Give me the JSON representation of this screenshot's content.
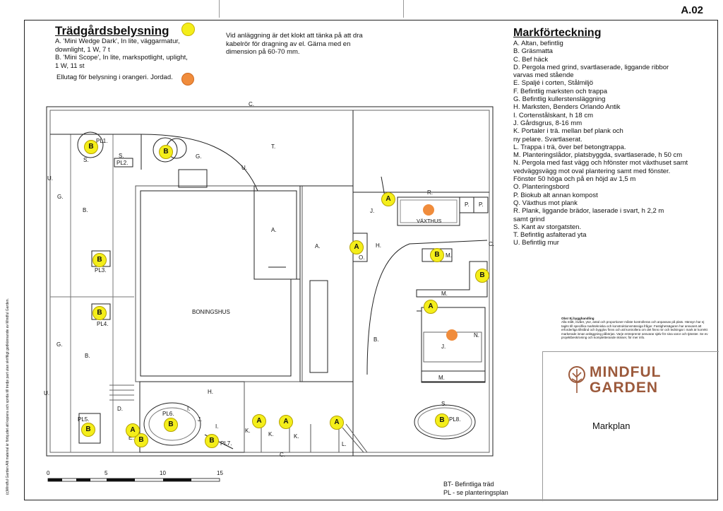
{
  "sheet_number": "A.02",
  "lighting": {
    "title": "Trädgårdsbelysning",
    "item_a": "A. 'Mini Wedge Dark', In lite, väggarmatur,\ndownlight, 1 W, 7 t",
    "item_b": "B. 'Mini Scope', In lite, markspotlight, uplight,\n1 W, 11 st",
    "outlet_note": "Ellutag för belysning i orangeri. Jordad.",
    "cable_note": "Vid anläggning är det klokt att tänka på att dra\nkabelrör för dragning av el. Gärna med en\ndimension på 60-70 mm."
  },
  "legend": {
    "title": "Markförteckning",
    "items": [
      "A. Altan, befintlig",
      "B. Gräsmatta",
      "C. Bef häck",
      "D. Pergola med grind, svartlaserade, liggande ribbor",
      "varvas med stående",
      "E. Spaljé i corten, Stålmiljö",
      "F. Befintlig marksten och trappa",
      "G. Befintlig kullerstensläggning",
      "H. Marksten, Benders Orlando Antik",
      "I. Cortenstålskant, h 18 cm",
      "J. Gårdsgrus, 8-16 mm",
      "K. Portaler i trä. mellan bef plank och",
      "ny pelare. Svartlaserat.",
      "L. Trappa i trä, över bef betongtrappa.",
      "M. Planteringslådor, platsbyggda, svartlaserade, h 50 cm",
      "N. Pergola med fast vägg och hfönster mot växthuset samt",
      "vedväggsvägg mot oval plantering samt med fönster.",
      "Fönster 50 höga och på en höjd av 1,5 m",
      "O. Planteringsbord",
      "P. Biokub alt annan kompost",
      "Q. Växthus mot plank",
      "R. Plank, liggande brädor, laserade i svart, h 2,2 m",
      "samt grind",
      "S. Kant av storgatsten.",
      "T. Befintlig asfalterad yta",
      "U. Befintlig mur"
    ]
  },
  "plan": {
    "house_label": "BONINGSHUS",
    "greenhouse_label": "VÄXTHUS",
    "plantings": [
      "PL1.",
      "PL2.",
      "PL3.",
      "PL4.",
      "PL5.",
      "PL6.",
      "PL7.",
      "PL8."
    ],
    "area_letters": [
      "C.",
      "T.",
      "G.",
      "U.",
      "S.",
      "B.",
      "A.",
      "J.",
      "R.",
      "P.",
      "H.",
      "O.",
      "M.",
      "N.",
      "D.",
      "E.",
      "I.",
      "K.",
      "L."
    ]
  },
  "scale": {
    "ticks": [
      "0",
      "5",
      "10",
      "15"
    ]
  },
  "fine_print": {
    "title": "Obs! Ej bygghandling",
    "body": "Alla mått, nivåer, ytor, antal och proportioner måste kontrolleras och anpassas på plats. Hänsyn har ej tagits till specifika marktekniska och konstruktionsmässiga frågor. Fastighetsägaren har ansvaret att erforderliga tillstånd och bygglov finns och att kontrollera om det finns rör och ledningar i mark är korrekt markerade innan anläggning påbörjas. Varje entreprenör ansvarar själv för sina varor och tjänster. Se ev projektbeskrivning och kompletterande skisser, för mer info."
  },
  "logo": {
    "line1": "MINDFUL",
    "line2": "GARDEN",
    "color": "#9c5a3c"
  },
  "drawing_title": "Markplan",
  "notes": {
    "bt": "BT- Befintliga träd",
    "pl": "PL - se planteringsplan"
  },
  "copyright_vertical": "(c)Mindful Garden Allt material är förbjudet att kopiera och sprida till tredje part utan skriftligt godkännande av Mindful Garden.",
  "colors": {
    "fixture_yellow": "#f4ee1a",
    "outlet_orange": "#f08c3c"
  }
}
